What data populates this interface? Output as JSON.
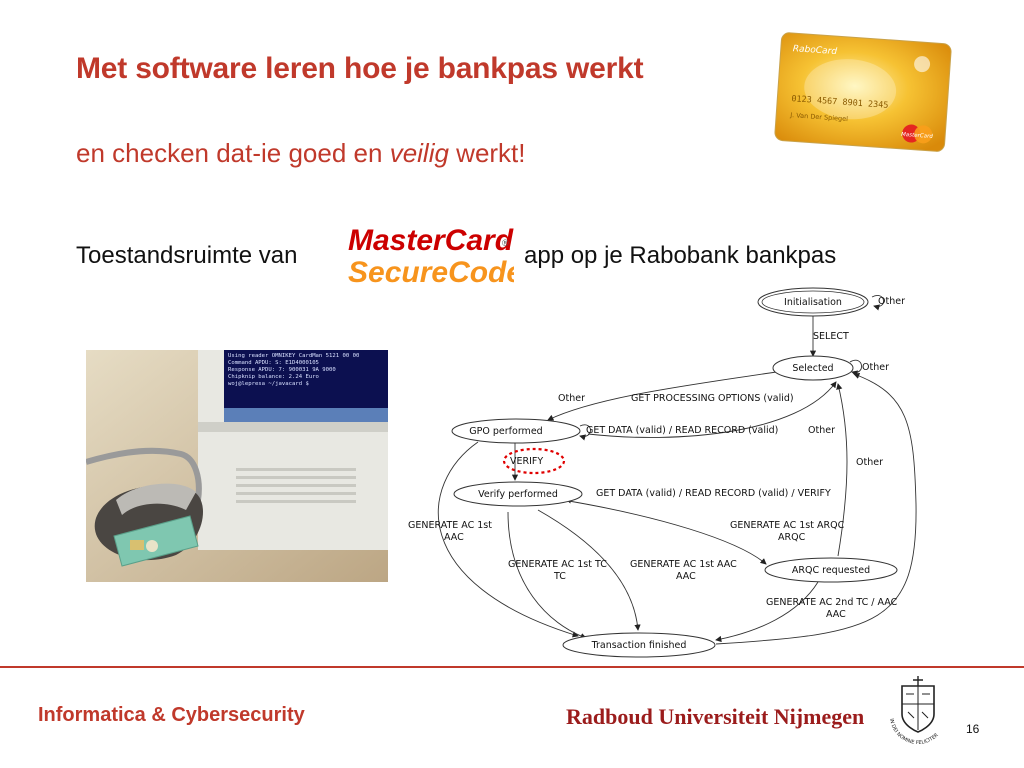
{
  "slide": {
    "title": "Met software leren hoe je bankpas werkt",
    "subtitle_pre": "en checken dat-ie goed en ",
    "subtitle_em": "veilig",
    "subtitle_post": " werkt!",
    "line_pre": "Toestandsruimte van",
    "line_post": "app op je Rabobank bankpas",
    "logo_line1": "MasterCard",
    "logo_line2": "SecureCode",
    "logo_mark": "®",
    "page_number": "16"
  },
  "card": {
    "brand": "RaboCard",
    "number": "0123 4567 8901 2345",
    "holder": "J. Van Der Spiegel",
    "network": "MasterCard"
  },
  "photo": {
    "terminal_lines": [
      "Using reader OMNIKEY CardMan 5121 00 00",
      "Command APDU: S: E1D4000105",
      "Response APDU: 7: 900031 9A 9000",
      "Chipknip balance: 2.24 Euro",
      "woj@lepresa  ~/javacard $"
    ]
  },
  "diagram": {
    "nodes": {
      "init": "Initialisation",
      "selected": "Selected",
      "gpo": "GPO performed",
      "verify": "Verify performed",
      "arqc": "ARQC requested",
      "finished": "Transaction finished"
    },
    "labels": {
      "other_init": "Other",
      "select": "SELECT",
      "other_sel": "Other",
      "other_to_gpo": "Other",
      "gpo_cmd": "GET PROCESSING OPTIONS (valid)",
      "gpo_self": "GET DATA (valid) / READ RECORD (valid)",
      "other_gpo_sel": "Other",
      "other_right": "Other",
      "verify_cmd": "VERIFY",
      "verify_self": "GET DATA (valid) / READ RECORD (valid) / VERIFY",
      "gen_aac_1": "GENERATE AC 1st",
      "gen_aac_2": "AAC",
      "gen_tc_1": "GENERATE AC 1st TC",
      "gen_tc_2": "TC",
      "gen_aac2_1": "GENERATE AC 1st AAC",
      "gen_aac2_2": "AAC",
      "gen_arqc_1": "GENERATE AC 1st ARQC",
      "gen_arqc_2": "ARQC",
      "gen2_1": "GENERATE AC 2nd TC / AAC",
      "gen2_2": "AAC"
    }
  },
  "footer": {
    "left": "Informatica & Cybersecurity",
    "right": "Radboud Universiteit Nijmegen",
    "seal_text": "IN DEI NOMINE FELICITER"
  },
  "colors": {
    "accent": "#c0392b",
    "footer_brand": "#9b1c1c",
    "mc_red": "#cc0000",
    "mc_orange": "#f7941d"
  }
}
